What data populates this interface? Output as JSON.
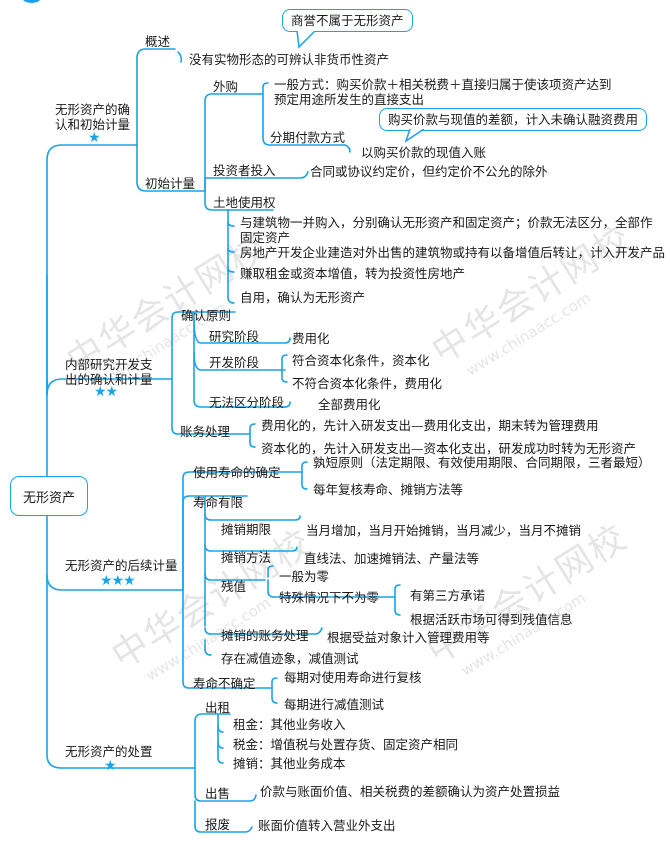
{
  "colors": {
    "line": "#1aa3e8",
    "text": "#1a1a1a",
    "star": "#1aa3e8"
  },
  "root": {
    "label": "无形资产"
  },
  "branches": [
    {
      "label_line1": "无形资产的确",
      "label_line2": "认和初始计量",
      "stars": "★",
      "children": {
        "overview": {
          "label": "概述",
          "text": "没有实物形态的可辨认非货币性资产",
          "callout": "商誉不属于无形资产"
        },
        "initial": {
          "label": "初始计量",
          "purchase": {
            "label": "外购",
            "general_line1": "一般方式：购买价款＋相关税费＋直接归属于使该项资产达到",
            "general_line2": "预定用途所发生的直接支出",
            "installment_label": "分期付款方式",
            "installment_text": "以购买价款的现值入账",
            "installment_callout": "购买价款与现值的差额，计入未确认融资费用"
          },
          "investor": {
            "label": "投资者投入",
            "text": "合同或协议约定价，但约定价不公允的除外"
          },
          "land": {
            "label": "土地使用权",
            "items": [
              "与建筑物一并购入，分别确认无形资产和固定资产；价款无法区分，全部作",
              "固定资产",
              "房地产开发企业建造对外出售的建筑物或持有以备增值后转让，计入开发产品",
              "赚取租金或资本增值，转为投资性房地产",
              "自用，确认为无形资产"
            ]
          }
        }
      }
    },
    {
      "label_line1": "内部研究开发支",
      "label_line2": "出的确认和计量",
      "stars": "★★",
      "children": {
        "principle": {
          "label": "确认原则",
          "research": {
            "label": "研究阶段",
            "text": "费用化"
          },
          "development": {
            "label": "开发阶段",
            "items": [
              "符合资本化条件，资本化",
              "不符合资本化条件，费用化"
            ]
          },
          "indistinct": {
            "label": "无法区分阶段",
            "text": "全部费用化"
          }
        },
        "accounting": {
          "label": "账务处理",
          "items": [
            "费用化的，先计入研发支出—费用化支出，期末转为管理费用",
            "资本化的，先计入研发支出—资本化支出，研发成功时转为无形资产"
          ]
        }
      }
    },
    {
      "label_line1": "无形资产的后续计量",
      "stars": "★★★",
      "children": {
        "life_determination": {
          "label": "使用寿命的确定",
          "items": [
            "孰短原则（法定期限、有效使用期限、合同期限，三者最短）",
            "每年复核寿命、摊销方法等"
          ]
        },
        "finite": {
          "label": "寿命有限",
          "period": {
            "label": "摊销期限",
            "text": "当月增加，当月开始摊销，当月减少，当月不摊销"
          },
          "method": {
            "label": "摊销方法",
            "text": "直线法、加速摊销法、产量法等"
          },
          "residual": {
            "label": "残值",
            "general": "一般为零",
            "special": "特殊情况下不为零",
            "special_items": [
              "有第三方承诺",
              "根据活跃市场可得到残值信息"
            ]
          },
          "entry": {
            "label": "摊销的账务处理",
            "text": "根据受益对象计入管理费用等"
          },
          "impairment": "存在减值迹象，减值测试"
        },
        "indefinite": {
          "label": "寿命不确定",
          "items": [
            "每期对使用寿命进行复核",
            "每期进行减值测试"
          ]
        }
      }
    },
    {
      "label_line1": "无形资产的处置",
      "stars": "★",
      "children": {
        "lease": {
          "label": "出租",
          "items": [
            "租金：其他业务收入",
            "税金：增值税与处置存货、固定资产相同",
            "摊销：其他业务成本"
          ]
        },
        "sale": {
          "label": "出售",
          "text": "价款与账面价值、相关税费的差额确认为资产处置损益"
        },
        "scrap": {
          "label": "报废",
          "text": "账面价值转入营业外支出"
        }
      }
    }
  ],
  "watermarks": [
    {
      "cn": "中华会计网校",
      "en": "www.chinaacc.com"
    },
    {
      "cn": "中华会计网校",
      "en": "www.chinaacc.com"
    },
    {
      "cn": "中华会计网校",
      "en": "www.chinaacc.com"
    },
    {
      "cn": "中华会计网校",
      "en": "www.chinaacc.com"
    }
  ]
}
